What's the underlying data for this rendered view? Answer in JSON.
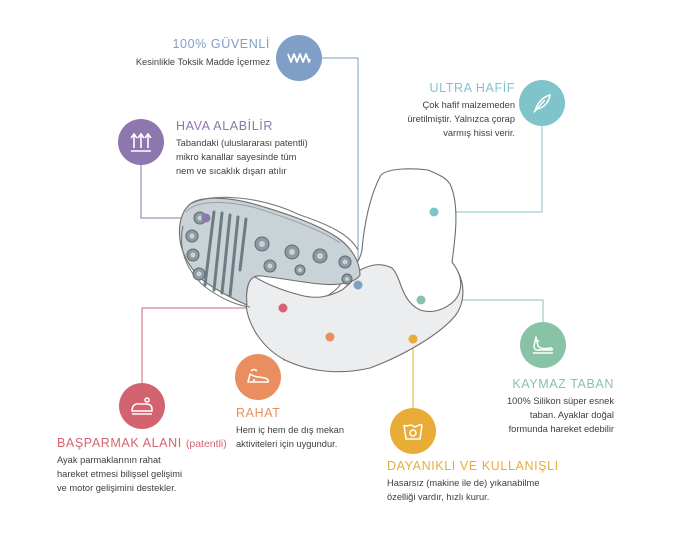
{
  "features": [
    {
      "id": "safe",
      "title": "100% GÜVENLİ",
      "description": [
        "Kesinlikle Toksik Madde İçermez"
      ],
      "color": "#7f9fc6",
      "icon": "wave-check-icon"
    },
    {
      "id": "breathable",
      "title": "HAVA ALABİLİR",
      "description": [
        "Tabandaki (uluslararası patentli)",
        "mikro kanallar sayesinde tüm",
        "nem ve sıcaklık dışarı atılır"
      ],
      "color": "#8e76ae",
      "icon": "airflow-arrows-icon"
    },
    {
      "id": "ultralight",
      "title": "ULTRA HAFİF",
      "description": [
        "Çok hafif malzemeden",
        "üretilmiştir. Yalnızca çorap",
        "varmış hissi verir."
      ],
      "color": "#80c4cb",
      "icon": "feather-icon"
    },
    {
      "id": "nonslip",
      "title": "KAYMAZ TABAN",
      "description": [
        "100% Silikon süper esnek",
        "taban. Ayaklar doğal",
        "formunda hareket edebilir"
      ],
      "color": "#88c3a7",
      "icon": "foot-grip-icon"
    },
    {
      "id": "comfort",
      "title": "RAHAT",
      "description": [
        "Hem iç hem de dış mekan",
        "aktiviteleri için uygundur."
      ],
      "color": "#e88e5f",
      "icon": "shoe-comfort-icon"
    },
    {
      "id": "durable",
      "title": "DAYANIKLI VE KULLANIŞLI",
      "description": [
        "Hasarsız (makine ile de) yıkanabilme",
        "özelliği vardır, hızlı kurur."
      ],
      "color": "#e9ad37",
      "icon": "washing-icon"
    },
    {
      "id": "toe",
      "title": "BAŞPARMAK ALANI",
      "title_suffix": "(patentli)",
      "description": [
        "Ayak parmaklarının rahat",
        "hareket etmesi bilişsel gelişimi",
        "ve motor gelişimini destekler."
      ],
      "color": "#d3646f",
      "icon": "toe-area-icon"
    }
  ]
}
